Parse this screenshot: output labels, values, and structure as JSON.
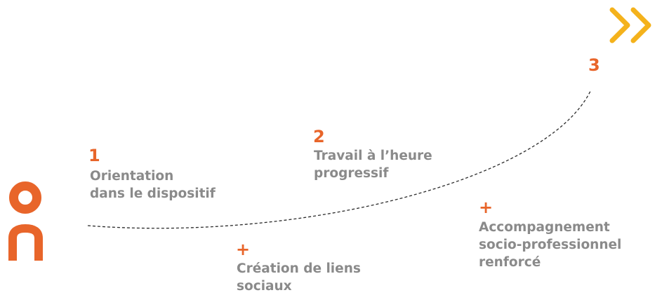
{
  "colors": {
    "accent": "#e8652a",
    "text": "#8a8a8a",
    "arrow": "#f4b21c",
    "curve": "#2b2b2b"
  },
  "steps": [
    {
      "number": "1",
      "line1": "Orientation",
      "line2": "dans le dispositif"
    },
    {
      "number": "2",
      "line1": "Travail à l’heure",
      "line2": "progressif"
    },
    {
      "number": "3"
    }
  ],
  "extras": [
    {
      "symbol": "+",
      "line1": "Création de liens",
      "line2": "sociaux"
    },
    {
      "symbol": "+",
      "line1": "Accompagnement",
      "line2": "socio-professionnel",
      "line3": "renforcé"
    }
  ],
  "icons": {
    "logo": "omega-logo-icon",
    "arrow": "double-chevron-right-icon"
  }
}
